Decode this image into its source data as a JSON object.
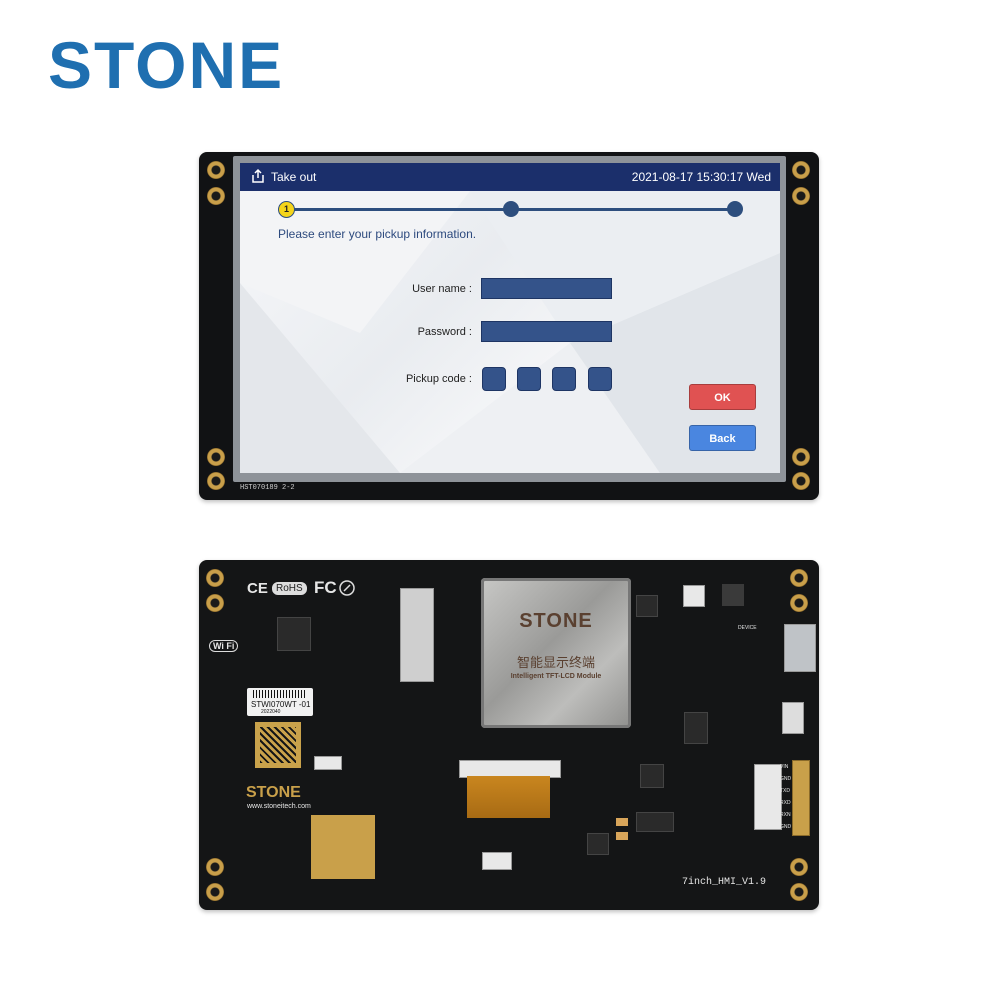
{
  "brand": {
    "name": "STONE"
  },
  "screen": {
    "title": "Take out",
    "datetime": "2021-08-17 15:30:17 Wed",
    "step_current": "1",
    "prompt": "Please enter your pickup information.",
    "labels": {
      "username": "User name :",
      "password": "Password :",
      "pickup_code": "Pickup code :"
    },
    "buttons": {
      "ok": "OK",
      "back": "Back"
    },
    "colors": {
      "titlebar": "#1b2f6b",
      "field": "#34538a",
      "ok": "#e05252",
      "back": "#4a86e0",
      "step_active": "#f5d51b"
    },
    "icons": {
      "title": "share-out-icon"
    }
  },
  "front_board": {
    "silkscreen": "HST070189 2-2"
  },
  "back_board": {
    "chip_brand": "STONE",
    "chip_cn": "智能显示终端",
    "chip_en": "Intelligent TFT-LCD Module",
    "cert_marks": [
      "CE",
      "RoHS",
      "FC"
    ],
    "wifi": "Wi Fi",
    "sticker_line1": "STWI070WT -01",
    "sticker_line2": "2022040",
    "board_brand": "STONE",
    "website": "www.stoneitech.com",
    "board_version": "7inch_HMI_V1.9",
    "pins": [
      "VIN",
      "GND",
      "TXD",
      "RXD",
      "RXN",
      "GND"
    ],
    "device_label": "DEVICE"
  }
}
